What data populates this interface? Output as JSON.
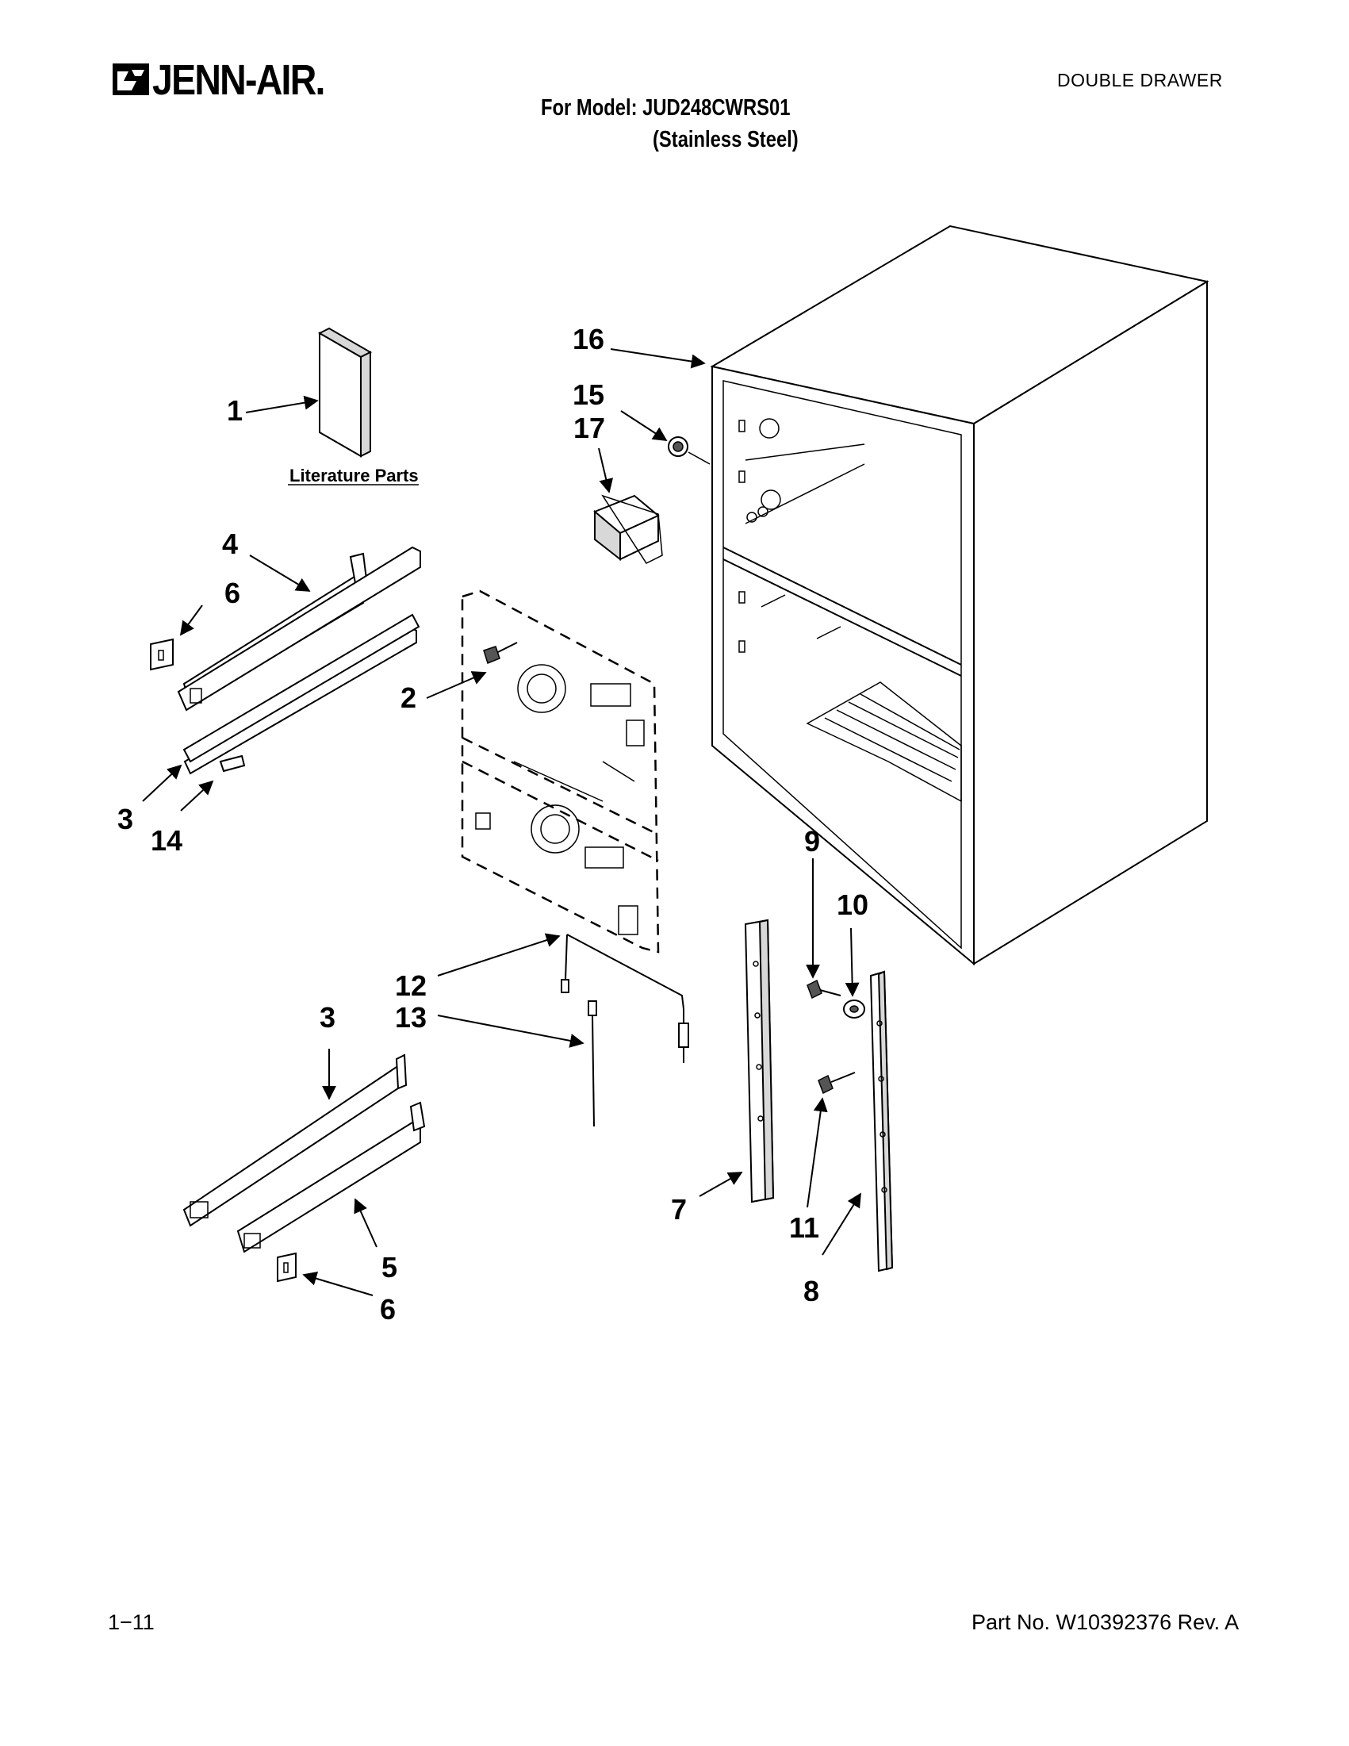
{
  "header": {
    "brand": "JENN-AIR.",
    "doc_type": "DOUBLE DRAWER",
    "model_line": "For Model: JUD248CWRS01",
    "variant_line": "(Stainless Steel)"
  },
  "diagram": {
    "literature_label": "Literature Parts",
    "callouts": [
      {
        "id": "1",
        "label": "1"
      },
      {
        "id": "2",
        "label": "2"
      },
      {
        "id": "3a",
        "label": "3"
      },
      {
        "id": "3b",
        "label": "3"
      },
      {
        "id": "4",
        "label": "4"
      },
      {
        "id": "5",
        "label": "5"
      },
      {
        "id": "6a",
        "label": "6"
      },
      {
        "id": "6b",
        "label": "6"
      },
      {
        "id": "7",
        "label": "7"
      },
      {
        "id": "8",
        "label": "8"
      },
      {
        "id": "9",
        "label": "9"
      },
      {
        "id": "10",
        "label": "10"
      },
      {
        "id": "11",
        "label": "11"
      },
      {
        "id": "12",
        "label": "12"
      },
      {
        "id": "13",
        "label": "13"
      },
      {
        "id": "14",
        "label": "14"
      },
      {
        "id": "15",
        "label": "15"
      },
      {
        "id": "16",
        "label": "16"
      },
      {
        "id": "17",
        "label": "17"
      }
    ]
  },
  "footer": {
    "page": "1−11",
    "part_number": "Part No. W10392376 Rev. A"
  }
}
